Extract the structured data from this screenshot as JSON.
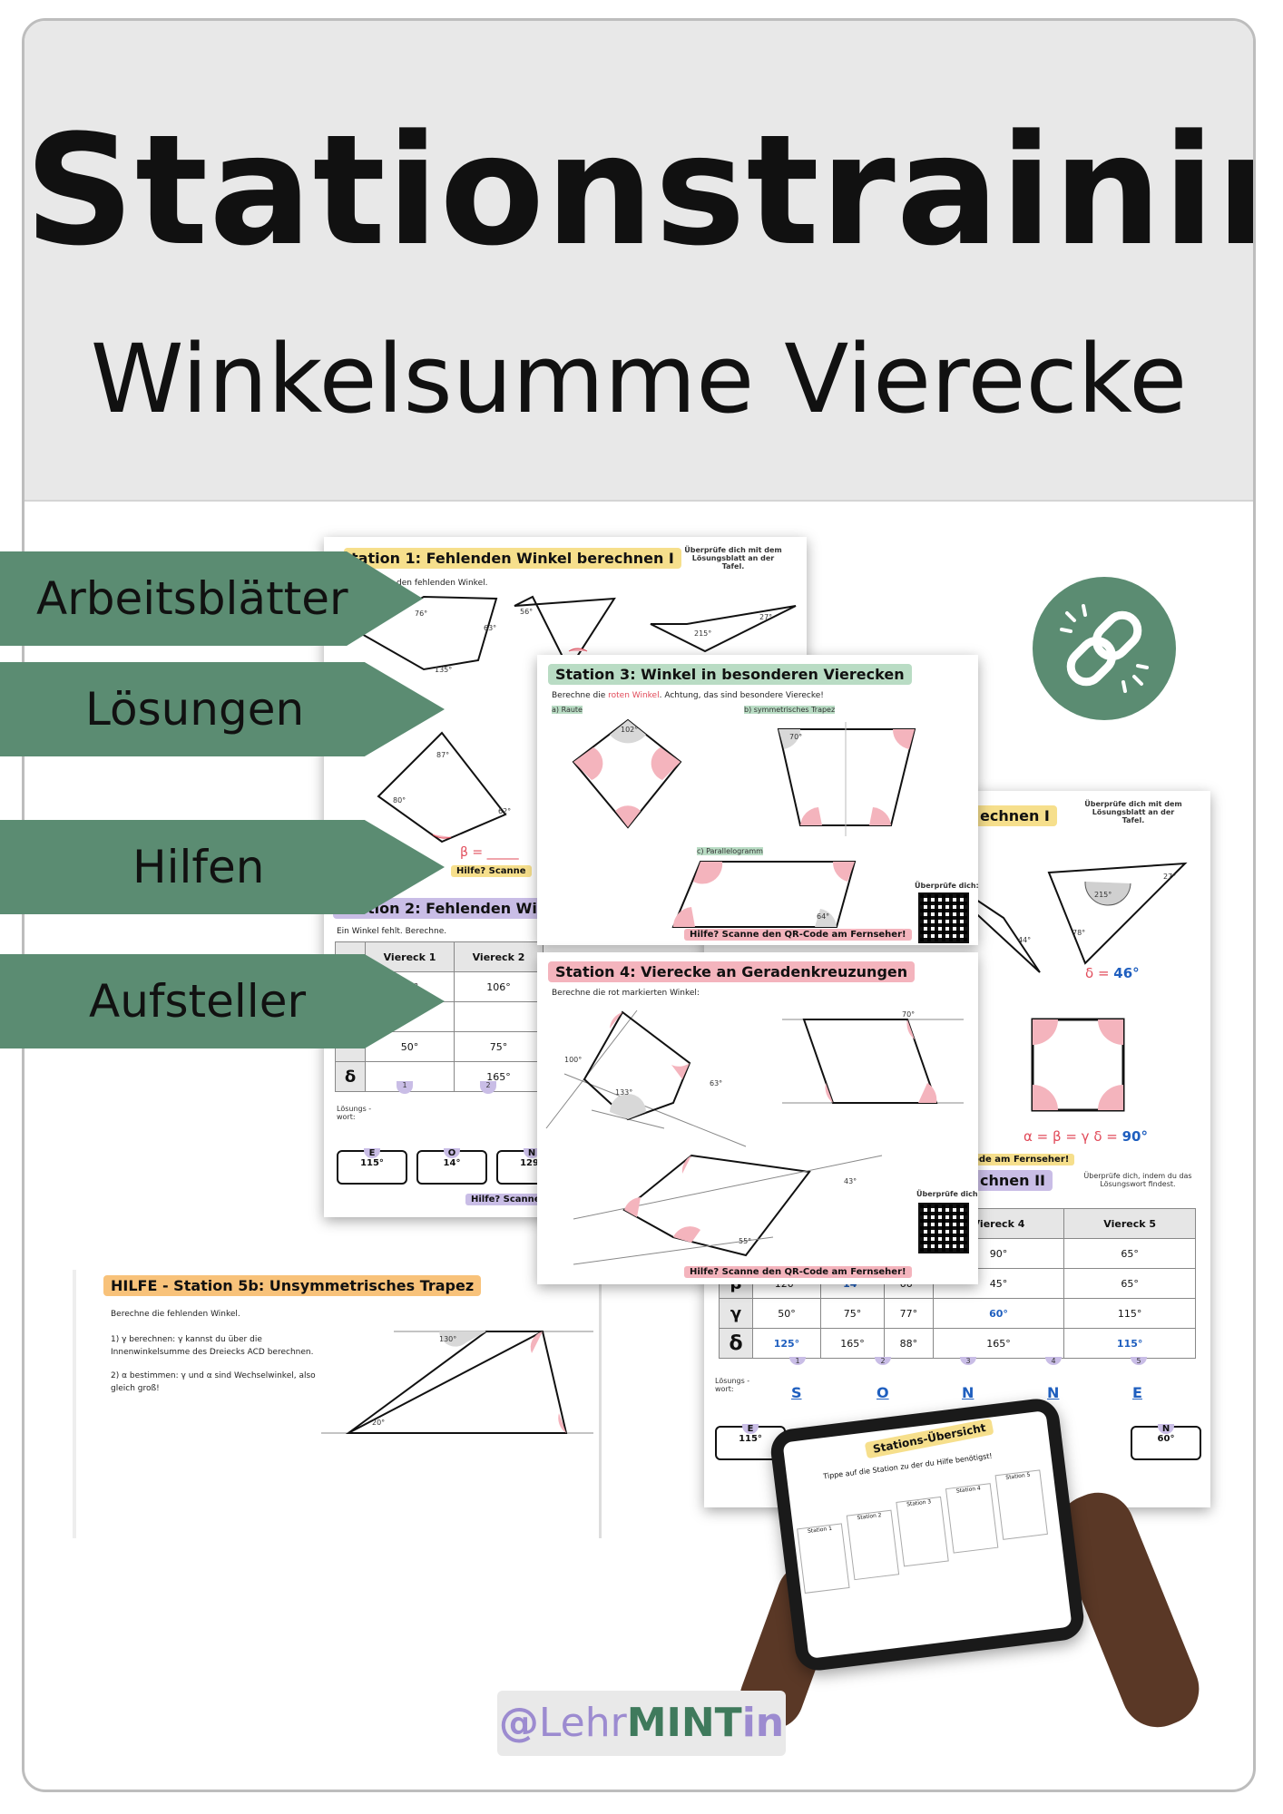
{
  "title": "Stationstraining",
  "subtitle": "Winkelsumme Vierecke",
  "arrows": [
    "Arbeitsblätter",
    "Lösungen",
    "Hilfen",
    "Aufsteller"
  ],
  "sheet1": {
    "heading": "tation 1: Fehlenden Winkel berechnen I",
    "check": "Überprüfe dich mit dem Lösungsblatt an der Tafel.",
    "instr": "den fehlenden Winkel.",
    "angles": [
      "76°",
      "63°",
      "135°",
      "56°",
      "215°",
      "27°",
      "87°",
      "80°",
      "62°"
    ],
    "beta": "β = _____",
    "hilfe": "Hilfe? Scanne",
    "station2": "Station 2: Fehlenden Wink",
    "station2_instr": "Ein Winkel fehlt. Berechne.",
    "table_head": [
      "Viereck 1",
      "Viereck 2"
    ],
    "table_rows": [
      [
        "55°",
        "106°"
      ],
      [
        "",
        ""
      ],
      [
        "50°",
        "75°"
      ],
      [
        "",
        "165°"
      ]
    ],
    "row_delta": "δ",
    "numbers": [
      "1",
      "2"
    ],
    "loesungswort": "Lösungs -wort:",
    "bottom": [
      {
        "l": "E",
        "v": "115°"
      },
      {
        "l": "O",
        "v": "14°"
      },
      {
        "l": "N",
        "v": "129°"
      }
    ],
    "hilfe2": "Hilfe? Scanne d"
  },
  "sheet3": {
    "heading": "Station 3: Winkel in besonderen Vierecken",
    "instr_a": "Berechne die ",
    "instr_red": "roten Winkel",
    "instr_b": ". Achtung, das sind besondere Vierecke!",
    "a": "a) Raute",
    "b": "b) symmetrisches Trapez",
    "c": "c) Parallelogramm",
    "deg102": "102°",
    "deg70": "70°",
    "deg64": "64°",
    "check": "Überprüfe dich:",
    "hilfe": "Hilfe? Scanne den QR-Code am Fernseher!"
  },
  "sheet4": {
    "heading": "Station 4: Vierecke an Geradenkreuzungen",
    "instr": "Berechne die rot markierten Winkel:",
    "deg100": "100°",
    "deg133": "133°",
    "deg63": "63°",
    "deg70": "70°",
    "deg43": "43°",
    "deg55": "55°",
    "check": "Überprüfe dich:",
    "hilfe": "Hilfe? Scanne den QR-Code am Fernseher!"
  },
  "sheet5": {
    "heading": "echnen I",
    "check": "Überprüfe dich mit dem Lösungsblatt an der Tafel.",
    "deg215": "215°",
    "deg27": "27°",
    "deg78": "78°",
    "deg44": "44°",
    "delta46_label": "δ = ",
    "delta46": "46°",
    "square_eq": "α = β = γ δ = ",
    "deg90": "90°",
    "fernseher": "ode am Fernseher!",
    "station_title": "chnen II",
    "check2": "Überprüfe dich, indem du das Lösungswort findest.",
    "table_head": [
      "",
      "3",
      "Viereck 4",
      "Viereck 5"
    ],
    "rows": [
      [
        "α",
        "",
        "",
        "90°",
        "65°"
      ],
      [
        "β",
        "120°",
        "14°",
        "66°",
        "45°",
        "65°"
      ],
      [
        "γ",
        "50°",
        "75°",
        "77°",
        "60°",
        "115°"
      ],
      [
        "δ",
        "125°",
        "165°",
        "88°",
        "165°",
        "115°"
      ]
    ],
    "numbers": [
      "1",
      "2",
      "3",
      "4",
      "5"
    ],
    "loesungswort": "Lösungs -wort:",
    "letters": [
      "S",
      "O",
      "N",
      "N",
      "E"
    ],
    "bottom": [
      {
        "l": "E",
        "v": "115°"
      },
      {
        "l": "N",
        "v": "60°"
      }
    ]
  },
  "sheet_hilfe": {
    "heading": "HILFE - Station 5b: Unsymmetrisches Trapez",
    "instr": "Berechne die fehlenden Winkel.",
    "step1a": "1) γ berechnen: γ kannst du über die",
    "step1b": "Innenwinkelsumme des Dreiecks ACD berechnen.",
    "step2a": "2) α bestimmen: γ und α sind Wechselwinkel, also",
    "step2b": "gleich groß!",
    "deg130": "130°",
    "deg20": "20°"
  },
  "tablet": {
    "title": "Stations-Übersicht",
    "sub": "Tippe auf die Station zu der du Hilfe benötigst!",
    "stations": [
      "Station 1",
      "Station 2",
      "Station 3",
      "Station 4",
      "Station 5"
    ]
  },
  "logo": {
    "at": "@",
    "lehr": "Lehr",
    "mint": "MINT",
    "in": "in"
  },
  "colors": {
    "green": "#5b8c72",
    "header_bg": "#e8e8e8",
    "yellow": "#f6df8c",
    "green_light": "#b9dcc4",
    "pink": "#f4b4bd",
    "purple": "#c9bde6",
    "orange": "#f8c27a",
    "red": "#e14b5a",
    "blue": "#1f5fbf"
  }
}
